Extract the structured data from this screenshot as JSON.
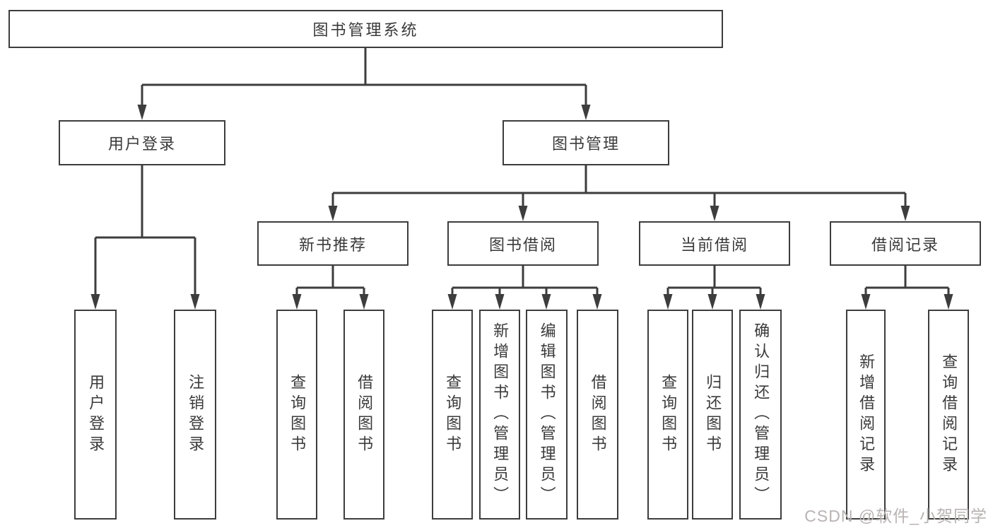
{
  "diagram": {
    "root": {
      "label": "图书管理系统"
    },
    "branches": [
      {
        "label": "用户登录",
        "children": [
          {
            "label": "用户登录"
          },
          {
            "label": "注销登录"
          }
        ]
      },
      {
        "label": "图书管理",
        "children": [
          {
            "label": "新书推荐",
            "children": [
              {
                "label": "查询图书"
              },
              {
                "label": "借阅图书"
              }
            ]
          },
          {
            "label": "图书借阅",
            "children": [
              {
                "label": "查询图书"
              },
              {
                "label": "新增图书（管理员）"
              },
              {
                "label": "编辑图书（管理员）"
              },
              {
                "label": "借阅图书"
              }
            ]
          },
          {
            "label": "当前借阅",
            "children": [
              {
                "label": "查询图书"
              },
              {
                "label": "归还图书"
              },
              {
                "label": "确认归还（管理员）"
              }
            ]
          },
          {
            "label": "借阅记录",
            "children": [
              {
                "label": "新增借阅记录"
              },
              {
                "label": "查询借阅记录"
              }
            ]
          }
        ]
      }
    ]
  },
  "watermark": {
    "text": "CSDN @软件_小贺同学"
  },
  "colors": {
    "line": "#3d3d3d",
    "text": "#3a3a3a",
    "box_background": "#ffffff",
    "page_background": "#ffffff",
    "watermark": "#b9b3b3"
  }
}
